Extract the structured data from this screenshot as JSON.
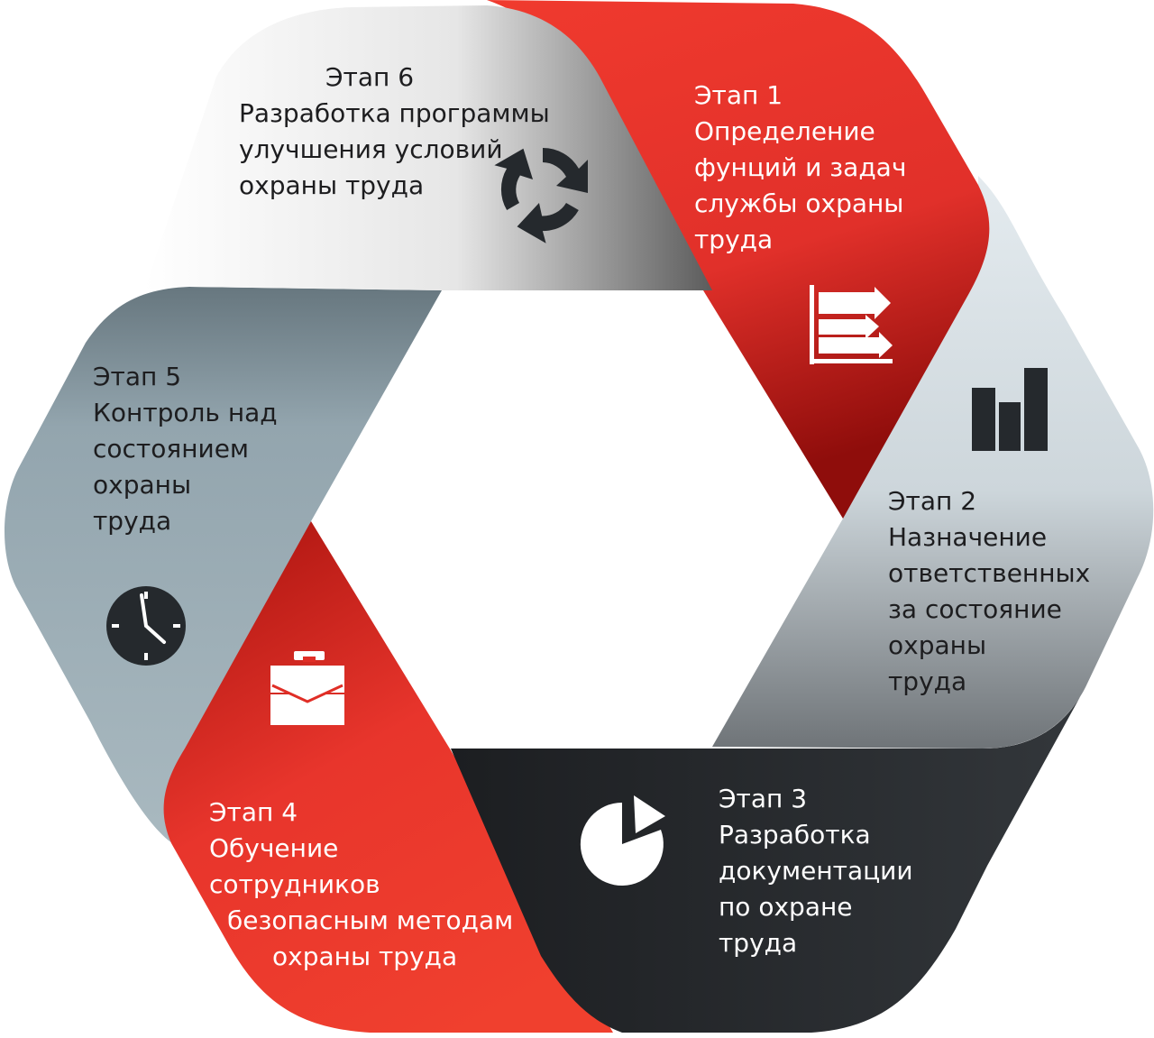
{
  "stages": [
    {
      "id": "stage-1",
      "lines": [
        "Этап 1",
        "Определение",
        "фунций и задач",
        "службы охраны",
        "труда"
      ],
      "icon": "bar-chart-arrows-icon"
    },
    {
      "id": "stage-2",
      "lines": [
        "Этап 2",
        "Назначение",
        "ответственных",
        "за состояние",
        "охраны",
        "труда"
      ],
      "icon": "bar-chart-icon"
    },
    {
      "id": "stage-3",
      "lines": [
        "Этап 3",
        "Разработка",
        "документации",
        "по охране",
        "труда"
      ],
      "icon": "pie-chart-icon"
    },
    {
      "id": "stage-4",
      "lines": [
        "Этап 4",
        "Обучение",
        "сотрудников",
        "безопасным методам",
        "охраны труда"
      ],
      "icon": "briefcase-icon"
    },
    {
      "id": "stage-5",
      "lines": [
        "Этап 5",
        "Контроль над",
        "состоянием",
        "охраны",
        "труда"
      ],
      "icon": "clock-icon"
    },
    {
      "id": "stage-6",
      "lines": [
        "Этап 6",
        "Разработка программы",
        "улучшения условий",
        "охраны труда"
      ],
      "icon": "cycle-arrows-icon"
    }
  ],
  "colors": {
    "red": "#e8352c",
    "red_dark": "#a9130f",
    "charcoal": "#2a2d31",
    "grey_blue": "#93a5ae",
    "light_grey": "#dfe6ea",
    "white_grey": "#f2f2f2",
    "icon_dark": "#25292d",
    "icon_light": "#ffffff"
  }
}
